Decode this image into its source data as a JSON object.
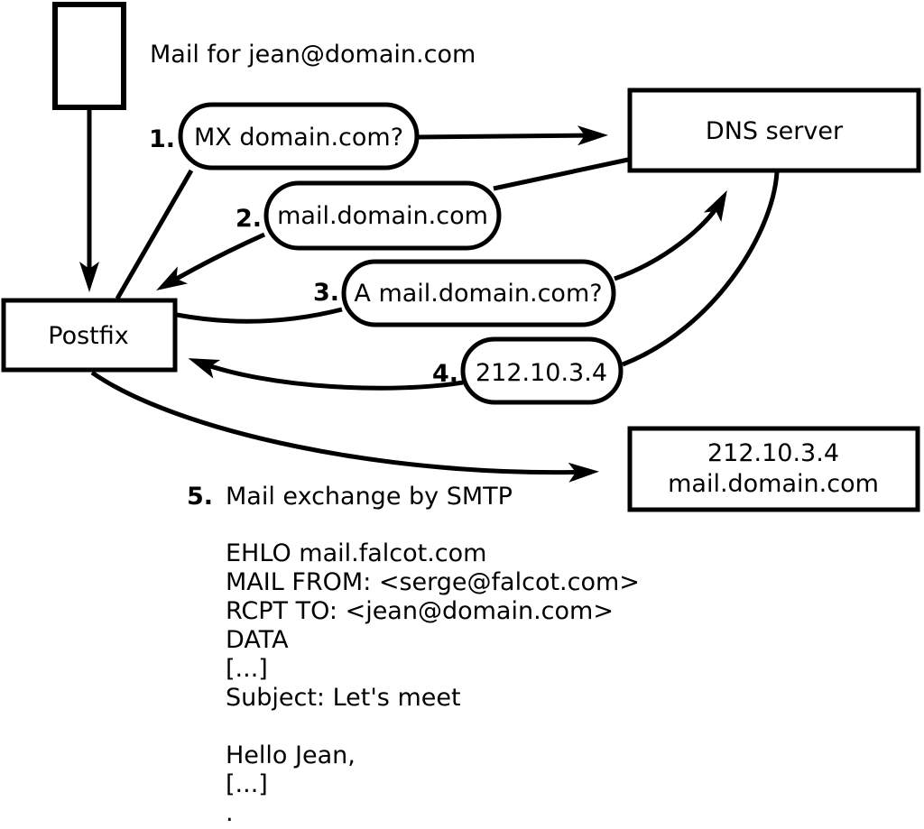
{
  "diagram": {
    "note": "Mail for jean@domain.com",
    "nodes": {
      "postfix": {
        "label": "Postfix"
      },
      "dns": {
        "label": "DNS server"
      },
      "mail_server": {
        "line1": "212.10.3.4",
        "line2": "mail.domain.com"
      }
    },
    "steps": [
      {
        "num": "1.",
        "label": "MX domain.com?"
      },
      {
        "num": "2.",
        "label": "mail.domain.com"
      },
      {
        "num": "3.",
        "label": "A mail.domain.com?"
      },
      {
        "num": "4.",
        "label": "212.10.3.4"
      },
      {
        "num": "5.",
        "label": "Mail exchange by SMTP"
      }
    ],
    "smtp_session": {
      "lines": [
        "EHLO mail.falcot.com",
        "MAIL FROM: <serge@falcot.com>",
        "RCPT TO: <jean@domain.com>",
        "DATA",
        "[...]",
        "Subject: Let's meet",
        "",
        "Hello Jean,",
        "[...]",
        "."
      ]
    },
    "colors": {
      "ink": "#000000",
      "background": "#ffffff"
    }
  }
}
